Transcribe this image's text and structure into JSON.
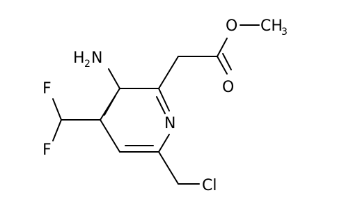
{
  "molecule": {
    "atoms": {
      "amine": {
        "symbol": "H",
        "subscript": "2",
        "tail": "N"
      },
      "ring_nitrogen": "N",
      "fluorine_top": "F",
      "fluorine_bottom": "F",
      "ester_oxygen": "O",
      "carbonyl_oxygen": "O",
      "chlorine": "Cl",
      "methyl": {
        "symbol": "CH",
        "subscript": "3"
      }
    }
  }
}
